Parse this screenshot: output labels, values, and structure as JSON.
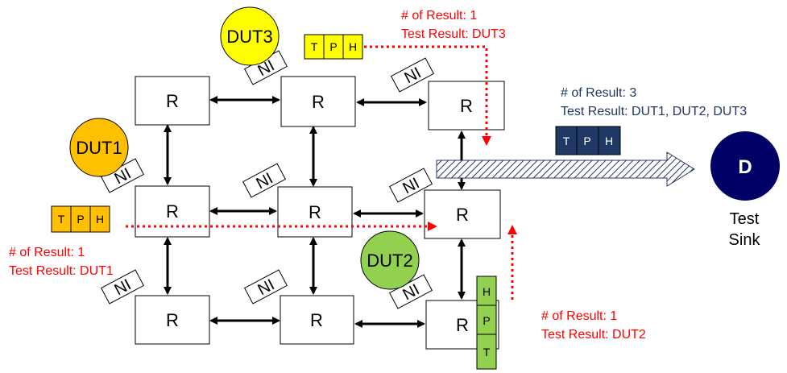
{
  "routers": [
    {
      "id": "r11",
      "label": "R"
    },
    {
      "id": "r12",
      "label": "R"
    },
    {
      "id": "r13",
      "label": "R"
    },
    {
      "id": "r21",
      "label": "R"
    },
    {
      "id": "r22",
      "label": "R"
    },
    {
      "id": "r23",
      "label": "R"
    },
    {
      "id": "r31",
      "label": "R"
    },
    {
      "id": "r32",
      "label": "R"
    },
    {
      "id": "r33",
      "label": "R"
    }
  ],
  "ni_label": "NI",
  "duts": [
    {
      "id": "dut1",
      "label": "DUT1",
      "color": "#ffc000"
    },
    {
      "id": "dut2",
      "label": "DUT2",
      "color": "#92d050"
    },
    {
      "id": "dut3",
      "label": "DUT3",
      "color": "#ffff00"
    }
  ],
  "packet_fields": [
    "T",
    "P",
    "H"
  ],
  "packet_colors": {
    "dut1": "#ffc000",
    "dut2": "#92d050",
    "dut3": "#ffff00",
    "sink": "#1f3864"
  },
  "annotations": {
    "dut3": {
      "count": "# of Result: 1",
      "result": "Test Result: DUT3"
    },
    "dut1": {
      "count": "# of Result: 1",
      "result": "Test Result: DUT1"
    },
    "dut2": {
      "count": "# of Result: 1",
      "result": "Test Result: DUT2"
    },
    "sink": {
      "count": "# of Result: 3",
      "result": "Test Result: DUT1, DUT2, DUT3"
    }
  },
  "sink": {
    "label": "D",
    "caption_line1": "Test",
    "caption_line2": "Sink",
    "color": "#000066"
  },
  "colors": {
    "red_path": "#ff0000",
    "sink_text": "#1f3864",
    "pipe": "#1f3864"
  }
}
